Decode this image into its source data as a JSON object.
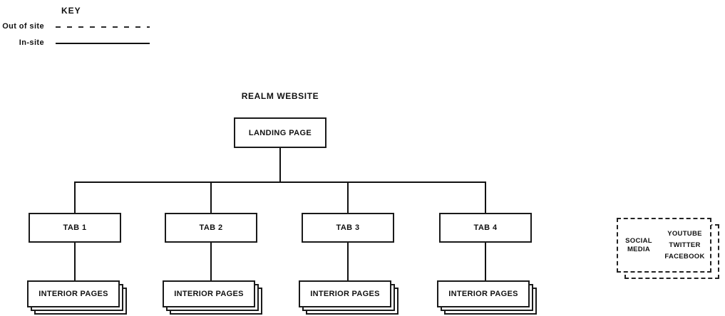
{
  "key": {
    "title": "KEY",
    "out_of_site_label": "Out of site",
    "in_site_label": "In-site"
  },
  "sitemap": {
    "title": "REALM WEBSITE",
    "root_label": "LANDING PAGE",
    "tabs": [
      {
        "label": "TAB 1"
      },
      {
        "label": "TAB 2"
      },
      {
        "label": "TAB 3"
      },
      {
        "label": "TAB 4"
      }
    ],
    "interior_label": "INTERIOR PAGES"
  },
  "social": {
    "group_label_line1": "SOCIAL",
    "group_label_line2": "MEDIA",
    "platforms": [
      {
        "name": "YOUTUBE"
      },
      {
        "name": "TWITTER"
      },
      {
        "name": "FACEBOOK"
      }
    ]
  },
  "legend_styles": {
    "out_of_site": "dashed",
    "in_site": "solid"
  },
  "colors": {
    "line": "#111111",
    "box_border": "#1a1a1a",
    "background": "#ffffff",
    "text": "#111111"
  }
}
